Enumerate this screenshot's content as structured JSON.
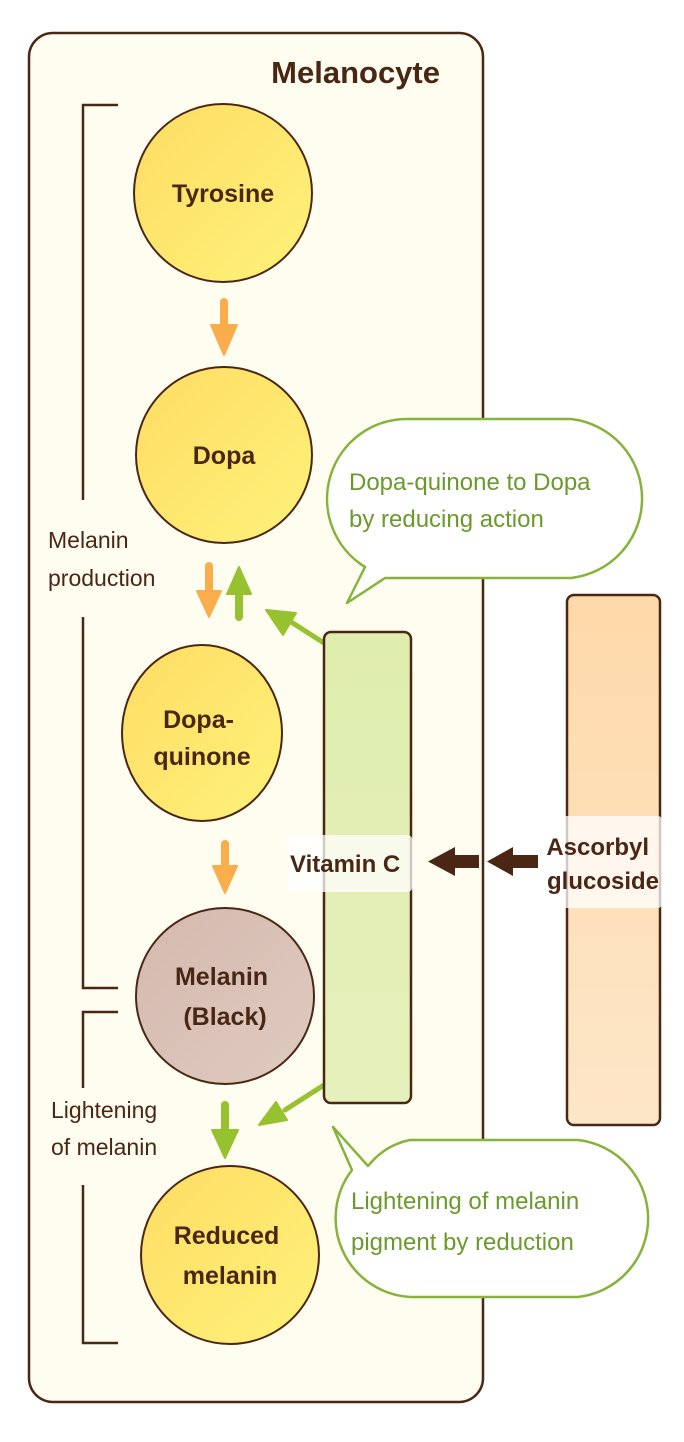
{
  "diagram": {
    "container": {
      "title": "Melanocyte"
    },
    "nodes": [
      {
        "id": "tyrosine",
        "lines": [
          "Tyrosine"
        ],
        "color": "#ffe36e"
      },
      {
        "id": "dopa",
        "lines": [
          "Dopa"
        ],
        "color": "#ffe36e"
      },
      {
        "id": "dopaquinone",
        "lines": [
          "Dopa-",
          "quinone"
        ],
        "color": "#ffe36e"
      },
      {
        "id": "melanin",
        "lines": [
          "Melanin",
          "(Black)"
        ],
        "color": "#d8c0b5"
      },
      {
        "id": "reduced-melanin",
        "lines": [
          "Reduced",
          "melanin"
        ],
        "color": "#ffe36e"
      }
    ],
    "bracket_labels": {
      "production": [
        "Melanin",
        "production"
      ],
      "lightening": [
        "Lightening",
        "of melanin"
      ]
    },
    "bars": {
      "vitamin_c": {
        "label": "Vitamin C",
        "color": "#e1eeb4"
      },
      "ascorbyl": {
        "label_lines": [
          "Ascorbyl",
          "glucoside"
        ],
        "color": "#fedcb0"
      }
    },
    "callouts": {
      "top": [
        "Dopa-quinone to Dopa",
        "by reducing action"
      ],
      "bottom": [
        "Lightening of melanin",
        "pigment by reduction"
      ]
    },
    "colors": {
      "outline": "#4a2715",
      "text": "#4a2715",
      "orange_arrow": "#faae4b",
      "green_arrow": "#95c22e",
      "callout_stroke": "#86b33a",
      "callout_text": "#6b9a2c",
      "container_fill": "#fffdf0"
    }
  }
}
